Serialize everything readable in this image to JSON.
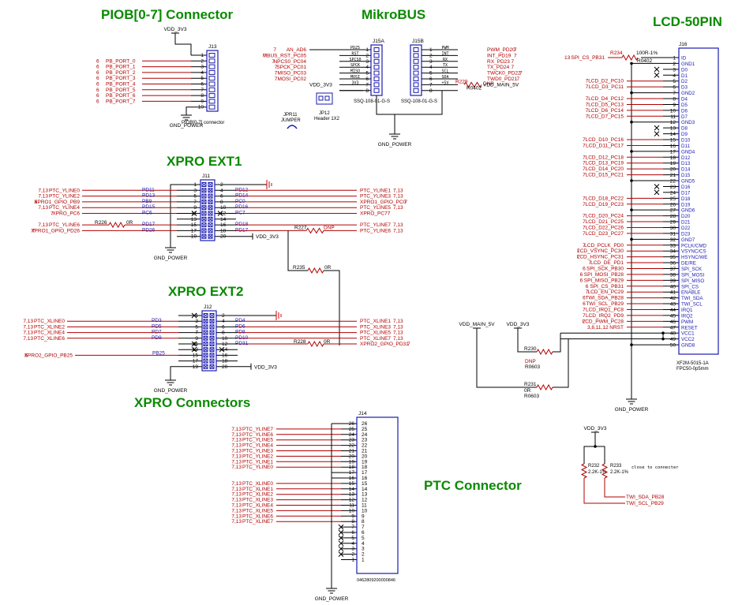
{
  "titles": {
    "piob": "PIOB[0-7]  Connector",
    "mikrobus": "MikroBUS",
    "lcd": "LCD-50PIN",
    "ext1": "XPRO  EXT1",
    "ext2": "XPRO  EXT2",
    "xpro_conn": "XPRO  Connectors",
    "ptc": "PTC  Connector"
  },
  "power": {
    "vdd": "VDD_3V3",
    "gnd": "GND_POWER",
    "vdd_main": "VDD_MAIN_5V"
  },
  "piob": {
    "ref": "J13",
    "caption": "PIOB[0-7] connector",
    "sheet": "6",
    "nets": [
      "PB_PORT_0",
      "PB_PORT_1",
      "PB_PORT_2",
      "PB_PORT_3",
      "PB_PORT_4",
      "PB_PORT_5",
      "PB_PORT_6",
      "PB_PORT_7"
    ],
    "pins": [
      "1",
      "2",
      "3",
      "4",
      "5",
      "6",
      "7",
      "8",
      "9",
      "10"
    ]
  },
  "mikro": {
    "j15a": "J15A",
    "j15b": "J15B",
    "part": "SSQ-108-01-G-S",
    "left_sheets": [
      "7",
      "7",
      "7",
      "7",
      "7"
    ],
    "left_nets": [
      "AN_AD6",
      "MBUS_RST_PC05",
      "NPCS0_PC04",
      "SPCK_PC01",
      "MISO_PC03",
      "MOSI_PC02"
    ],
    "left_sheet_list": [
      "7",
      "7",
      "7",
      "7",
      "7",
      "7"
    ],
    "a_names": [
      "PD25",
      "RST",
      "SPCS0",
      "SPCK",
      "MISO",
      "MOSI",
      "3V3",
      ""
    ],
    "b_names": [
      "PWM",
      "INT",
      "RX",
      "TX",
      "SCL",
      "SDA",
      "+5V",
      ""
    ],
    "right_nets": [
      "PWM_PD20",
      "INT_PD19",
      "RX_PD23",
      "TX_PD24",
      "TWCK0_PD22",
      "TWD0_PD21"
    ],
    "right_sheets": [
      "7",
      "7",
      "7",
      "7",
      "7",
      "7"
    ],
    "pins8": [
      "1",
      "2",
      "3",
      "4",
      "5",
      "6",
      "7",
      "8"
    ],
    "r229": "R229",
    "r229_val": "R0402",
    "dnp": "DNP",
    "jp12": "JP12",
    "jp12_val": "Header 1X2",
    "jpr11": "JPR11",
    "jumper": "JUMPER"
  },
  "ext1": {
    "ref": "J11",
    "left_nets": [
      "PTC_YLINE0",
      "PTC_YLINE2",
      "XPRO1_GPIO_PB9",
      "PTC_YLINE4",
      "XPRO_PC6",
      "",
      "PTC_YLINE6",
      "XPRO1_GPIO_PD26"
    ],
    "left_sheets": [
      "7,13",
      "7,13",
      "6",
      "7,13",
      "7",
      "",
      "7,13",
      "7"
    ],
    "left_sig": [
      "PD11",
      "PD13",
      "PB9",
      "PD15",
      "PC6",
      "",
      "PD17",
      "PD26"
    ],
    "right_sig": [
      "PD12",
      "PD14",
      "PC0",
      "PD16",
      "PC7",
      "",
      "PD18",
      "PD17"
    ],
    "right_nets": [
      "PTC_YLINE1",
      "PTC_YLINE3",
      "XPRO1_GPIO_PC0",
      "PTC_YLINE5",
      "XPRO_PC7",
      "",
      "PTC_YLINE7",
      "PTC_YLINE6"
    ],
    "right_sheets": [
      "7,13",
      "7,13",
      "7",
      "7,13",
      "7",
      "",
      "7,13",
      "7,13"
    ],
    "odd": [
      "1",
      "3",
      "5",
      "7",
      "9",
      "11",
      "13",
      "15",
      "17",
      "19"
    ],
    "even": [
      "2",
      "4",
      "6",
      "8",
      "10",
      "12",
      "14",
      "16",
      "18",
      "20"
    ],
    "r226": "R226",
    "r226_val": "0R",
    "r227": "R227",
    "r227_val": "DNP",
    "r235": "R235",
    "r235_val": "0R"
  },
  "ext2": {
    "ref": "J12",
    "left_nets": [
      "PTC_XLINE0",
      "PTC_XLINE2",
      "PTC_XLINE4",
      "PTC_XLINE6"
    ],
    "left_sheets": [
      "7,13",
      "7,13",
      "7,13",
      "7,13"
    ],
    "left_sig": [
      "PD3",
      "PD5",
      "PD7",
      "PD9"
    ],
    "right_sig": [
      "PD4",
      "PD6",
      "PD8",
      "PD10",
      "PD31"
    ],
    "right_nets": [
      "PTC_XLINE1",
      "PTC_XLINE3",
      "PTC_XLINE5",
      "PTC_XLINE7",
      "XPRO2_GPIO_PD31"
    ],
    "right_sheets": [
      "7,13",
      "7,13",
      "7,13",
      "7,13",
      "7"
    ],
    "pb25": "PB25",
    "pb25_net": "XPRO2_GPIO_PB25",
    "pb25_sheet": "6",
    "r228": "R228",
    "r228_val": "0R"
  },
  "ptcconn": {
    "ref": "J14",
    "part": "0462809200000846",
    "pins": [
      "26",
      "25",
      "24",
      "23",
      "22",
      "21",
      "20",
      "19",
      "18",
      "17",
      "16",
      "15",
      "14",
      "13",
      "12",
      "11",
      "10",
      "9",
      "8",
      "7",
      "6",
      "5",
      "4",
      "3",
      "2",
      "1"
    ],
    "y_nets": [
      "PTC_YLINE7",
      "PTC_YLINE6",
      "PTC_YLINE5",
      "PTC_YLINE4",
      "PTC_YLINE3",
      "PTC_YLINE2",
      "PTC_YLINE1",
      "PTC_YLINE0"
    ],
    "x_nets": [
      "PTC_XLINE0",
      "PTC_XLINE1",
      "PTC_XLINE2",
      "PTC_XLINE3",
      "PTC_XLINE4",
      "PTC_XLINE5",
      "PTC_XLINE6",
      "PTC_XLINE7"
    ],
    "sheet": "7,13"
  },
  "lcd": {
    "ref": "J16",
    "part": "XF2M-5015-1A",
    "part2": "FPC50-0p5mm",
    "r234": "R234",
    "r234_val": "100R-1%",
    "r234_pkg": "R0402",
    "spi_cs_in": "SPI_CS_PB31",
    "spi_cs_sheet": "13",
    "pin_names": [
      "ID",
      "GND1",
      "D0",
      "D1",
      "D2",
      "D3",
      "GND2",
      "D4",
      "D5",
      "D6",
      "D7",
      "GND3",
      "D8",
      "D9",
      "D10",
      "D11",
      "GND4",
      "D12",
      "D13",
      "D14",
      "D15",
      "GND5",
      "D16",
      "D17",
      "D18",
      "D19",
      "GND6",
      "D20",
      "D21",
      "D22",
      "D23",
      "GND7",
      "PCLK/CMD",
      "VSYNC/CS",
      "HSYNC/WE",
      "DE/RE",
      "SPI_SCK",
      "SPI_MOSI",
      "SPI_MISO",
      "SPI_CS",
      "ENABLE",
      "TWI_SDA",
      "TWI_SCL",
      "IRQ1",
      "IRQ2",
      "PWM",
      "RESET",
      "VCC1",
      "VCC2",
      "GND8"
    ],
    "pin_nums": [
      "1",
      "2",
      "3",
      "4",
      "5",
      "6",
      "7",
      "8",
      "9",
      "10",
      "11",
      "12",
      "13",
      "14",
      "15",
      "16",
      "17",
      "18",
      "19",
      "20",
      "21",
      "22",
      "23",
      "24",
      "25",
      "26",
      "27",
      "28",
      "29",
      "30",
      "31",
      "32",
      "33",
      "34",
      "35",
      "36",
      "37",
      "38",
      "39",
      "40",
      "41",
      "42",
      "43",
      "44",
      "45",
      "46",
      "47",
      "48",
      "49",
      "50"
    ],
    "nets": [
      "LCD_D2_PC10",
      "LCD_D3_PC11",
      "LCD_D4_PC12",
      "LCD_D5_PC13",
      "LCD_D6_PC14",
      "LCD_D7_PC15",
      "LCD_D10_PC16",
      "LCD_D11_PC17",
      "LCD_D12_PC18",
      "LCD_D13_PC19",
      "LCD_D14_PC20",
      "LCD_D15_PC21",
      "LCD_D18_PC22",
      "LCD_D19_PC23",
      "LCD_D20_PC24",
      "LCD_D21_PC25",
      "LCD_D22_PC26",
      "LCD_D23_PC27",
      "LCD_PCLK_PD0",
      "LCD_VSYNC_PC30",
      "LCD_HSYNC_PC31",
      "LCD_DE_PD1",
      "SPI_SCK_PB30",
      "SPI_MOSI_PB28",
      "SPI_MISO_PB29",
      "SPI_CS_PB31",
      "LCD_EN_PC29",
      "TWI_SDA_PB28",
      "TWI_SCL_PB29",
      "LCD_IRQ1_PC8",
      "LCD_IRQ2_PD9",
      "LCD_PWM_PC28",
      "NRST"
    ],
    "net_sheets": [
      "7",
      "7",
      "7",
      "7",
      "7",
      "7",
      "7",
      "7",
      "7",
      "7",
      "7",
      "7",
      "7",
      "7",
      "7",
      "7",
      "7",
      "7",
      "7",
      "7",
      "7",
      "7",
      "6",
      "6",
      "6",
      "6",
      "7",
      "6",
      "6",
      "7",
      "7",
      "7",
      "3,8,11,12"
    ],
    "r230": "R230",
    "r230_val": "DNP",
    "r230_pkg": "R0603",
    "r231": "R231",
    "r231_val": "0R",
    "r231_pkg": "R0603"
  },
  "twi": {
    "r232": "R232",
    "r232_val": "2.2K-1%",
    "r233": "R233",
    "r233_val": "2.2K-1%",
    "note": "close to connecter",
    "sda": "TWI_SDA_PB28",
    "scl": "TWI_SCL_PB29"
  }
}
